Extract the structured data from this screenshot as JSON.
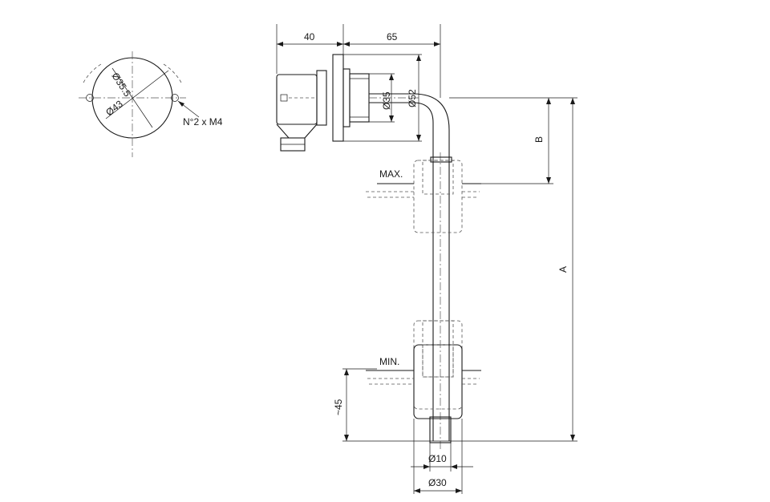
{
  "labels": {
    "dim_40": "40",
    "dim_65": "65",
    "dia_35_5": "Ø35.5",
    "dia_43": "Ø43",
    "holes": "N°2 x M4",
    "dia_35": "Ø35",
    "dia_52": "Ø52",
    "dim_b": "B",
    "dim_a": "A",
    "max": "MAX.",
    "min": "MIN.",
    "dim_45": "~45",
    "dia_10": "Ø10",
    "dia_30": "Ø30"
  }
}
